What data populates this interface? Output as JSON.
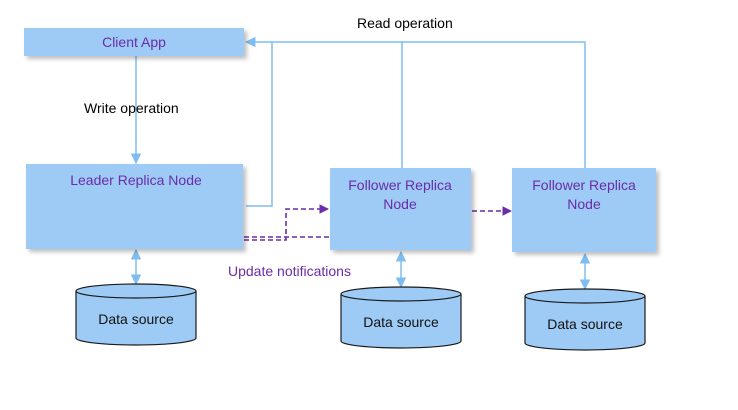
{
  "colors": {
    "box_fill": "#9ecbf5",
    "box_text": "#6a2ca8",
    "read_line": "#7fbdf0",
    "notify_line": "#6a2ca8",
    "label_black": "#000000",
    "label_purple": "#6a2ca8",
    "db_fill": "#9ecbf5",
    "db_stroke": "#1a1a1a"
  },
  "nodes": {
    "client": {
      "label": "Client App"
    },
    "leader": {
      "label": "Leader Replica Node"
    },
    "follower1": {
      "line1": "Follower Replica",
      "line2": "Node"
    },
    "follower2": {
      "line1": "Follower Replica",
      "line2": "Node"
    }
  },
  "datasources": {
    "leader": {
      "label": "Data source"
    },
    "follower1": {
      "label": "Data source"
    },
    "follower2": {
      "label": "Data source"
    }
  },
  "labels": {
    "read_operation": "Read operation",
    "write_operation": "Write operation",
    "update_notifications": "Update notifications"
  }
}
